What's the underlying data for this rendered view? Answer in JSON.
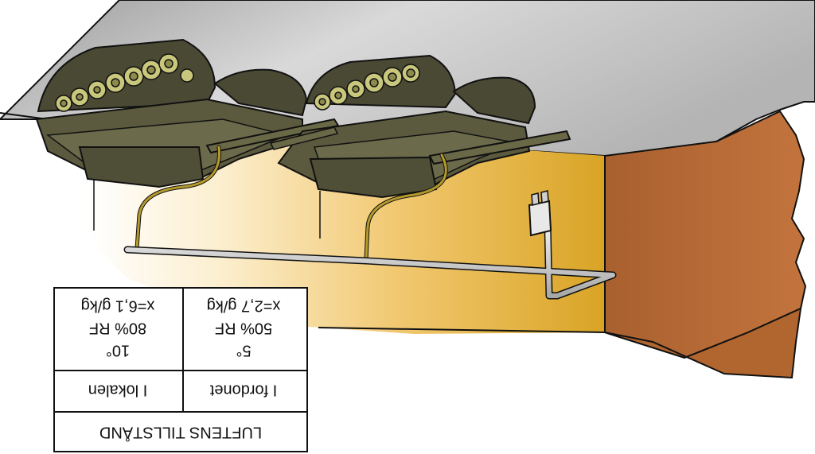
{
  "table": {
    "header": "LUFTENS TILLSTÅND",
    "columns": [
      {
        "label": "I lokalen",
        "temperature": "10°",
        "humidity": "80% RF",
        "moisture": "x=6,1 g/kg"
      },
      {
        "label": "I fordonet",
        "temperature": "5°",
        "humidity": "50% RF",
        "moisture": "x=2,7 g/kg"
      }
    ]
  },
  "colors": {
    "ceiling": "#c8c8c8",
    "warm_wall_light": "#fdf3d8",
    "warm_wall_dark": "#d9a62a",
    "brick_wall": "#b86a35",
    "tank_body": "#5b5a3e",
    "tank_dark": "#3f3e2b",
    "road_wheel": "#c9c77c",
    "pipe": "#d8d8d8",
    "hose": "#b49a2c"
  }
}
